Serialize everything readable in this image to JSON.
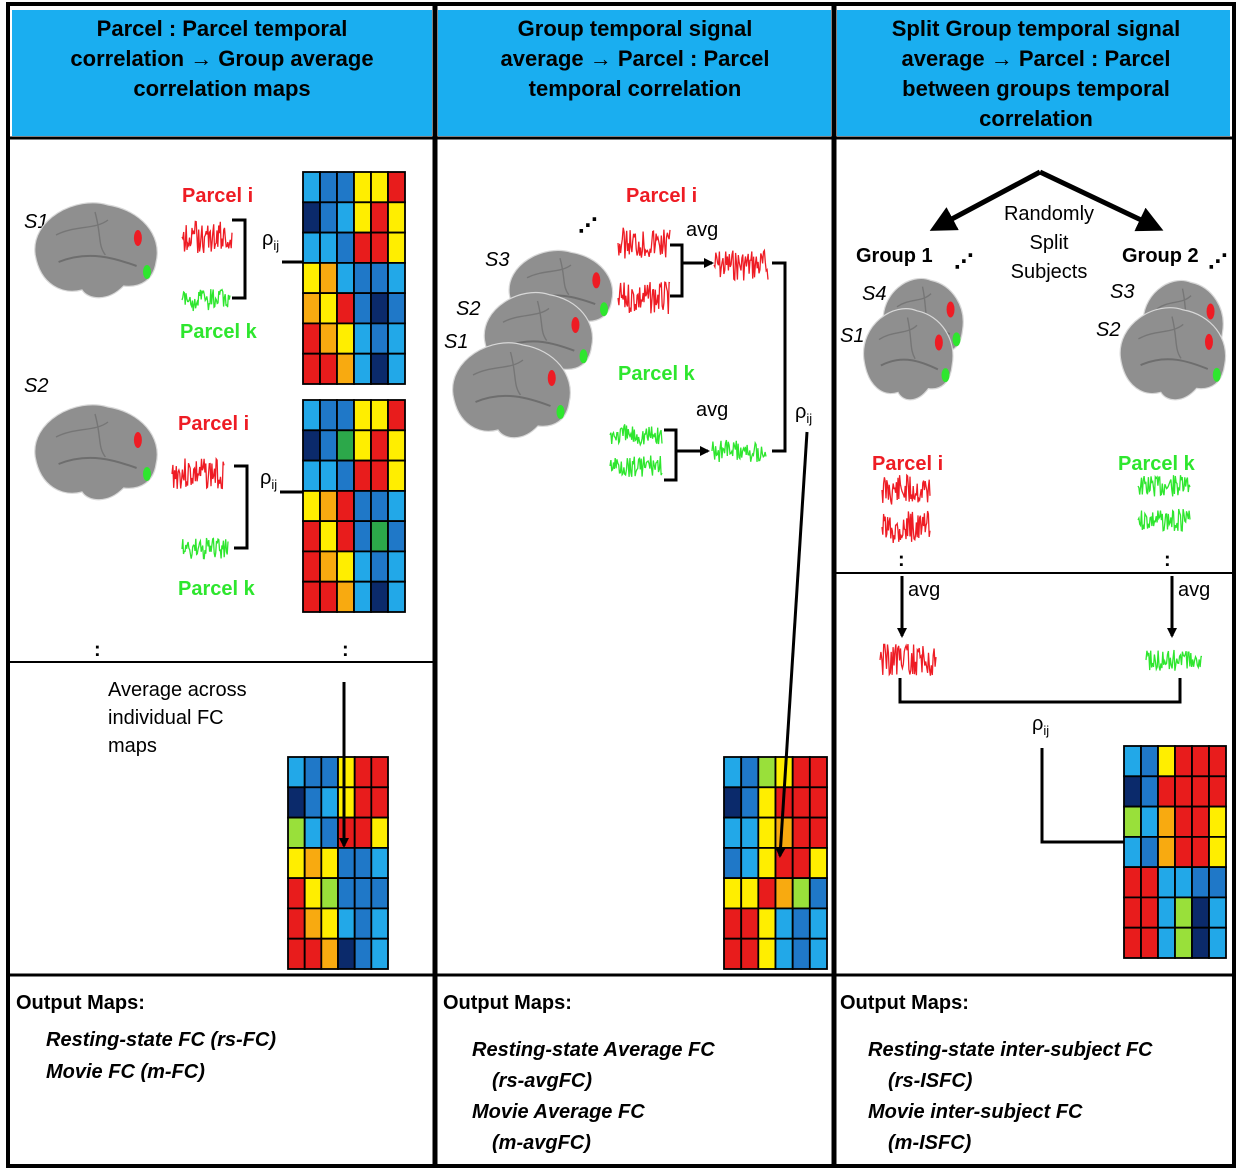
{
  "colors": {
    "header_bg": "#1aaef0",
    "signal_red": "#ee1c24",
    "signal_green": "#2ee62e",
    "cell_navy": "#0b2a6b",
    "cell_blue": "#1f78c8",
    "cell_lightblue": "#22a8e8",
    "cell_green": "#2ca84a",
    "cell_lime": "#99e03a",
    "cell_yellow": "#ffee00",
    "cell_orange": "#f8aa10",
    "cell_red": "#e81c1c",
    "brain_gray": "#8f8f8f"
  },
  "panels": [
    {
      "header": [
        "Parcel : Parcel temporal",
        "correlation → Group average",
        "correlation maps"
      ],
      "subjects": [
        "S1",
        "S2"
      ],
      "parcel_i": "Parcel i",
      "parcel_k": "Parcel k",
      "rho": "ρ",
      "rho_sub": "ij",
      "ellipsis": ":",
      "note": [
        "Average across",
        "individual FC",
        "maps"
      ],
      "output_title": "Output Maps:",
      "outputs": [
        "Resting-state FC (rs-FC)",
        "Movie FC (m-FC)"
      ]
    },
    {
      "header": [
        "Group temporal signal",
        "average → Parcel : Parcel",
        "temporal correlation"
      ],
      "subjects": [
        "S3",
        "S2",
        "S1"
      ],
      "ellipsis": "⋰",
      "parcel_i": "Parcel i",
      "parcel_k": "Parcel k",
      "avg": "avg",
      "rho": "ρ",
      "rho_sub": "ij",
      "output_title": "Output Maps:",
      "outputs": [
        "Resting-state Average FC",
        "(rs-avgFC)",
        "Movie Average FC",
        "(m-avgFC)"
      ]
    },
    {
      "header": [
        "Split Group temporal signal",
        "average → Parcel : Parcel",
        "between groups temporal",
        "correlation"
      ],
      "split_text": [
        "Randomly",
        "Split",
        "Subjects"
      ],
      "group1": "Group 1",
      "group2": "Group 2",
      "group_dots": "⋰",
      "group1_subjects": [
        "S4",
        "S1"
      ],
      "group2_subjects": [
        "S3",
        "S2"
      ],
      "parcel_i": "Parcel i",
      "parcel_k": "Parcel k",
      "ellipsis": ":",
      "avg": "avg",
      "rho": "ρ",
      "rho_sub": "ij",
      "output_title": "Output Maps:",
      "outputs": [
        "Resting-state inter-subject FC",
        "(rs-ISFC)",
        "Movie inter-subject FC",
        "(m-ISFC)"
      ]
    }
  ]
}
